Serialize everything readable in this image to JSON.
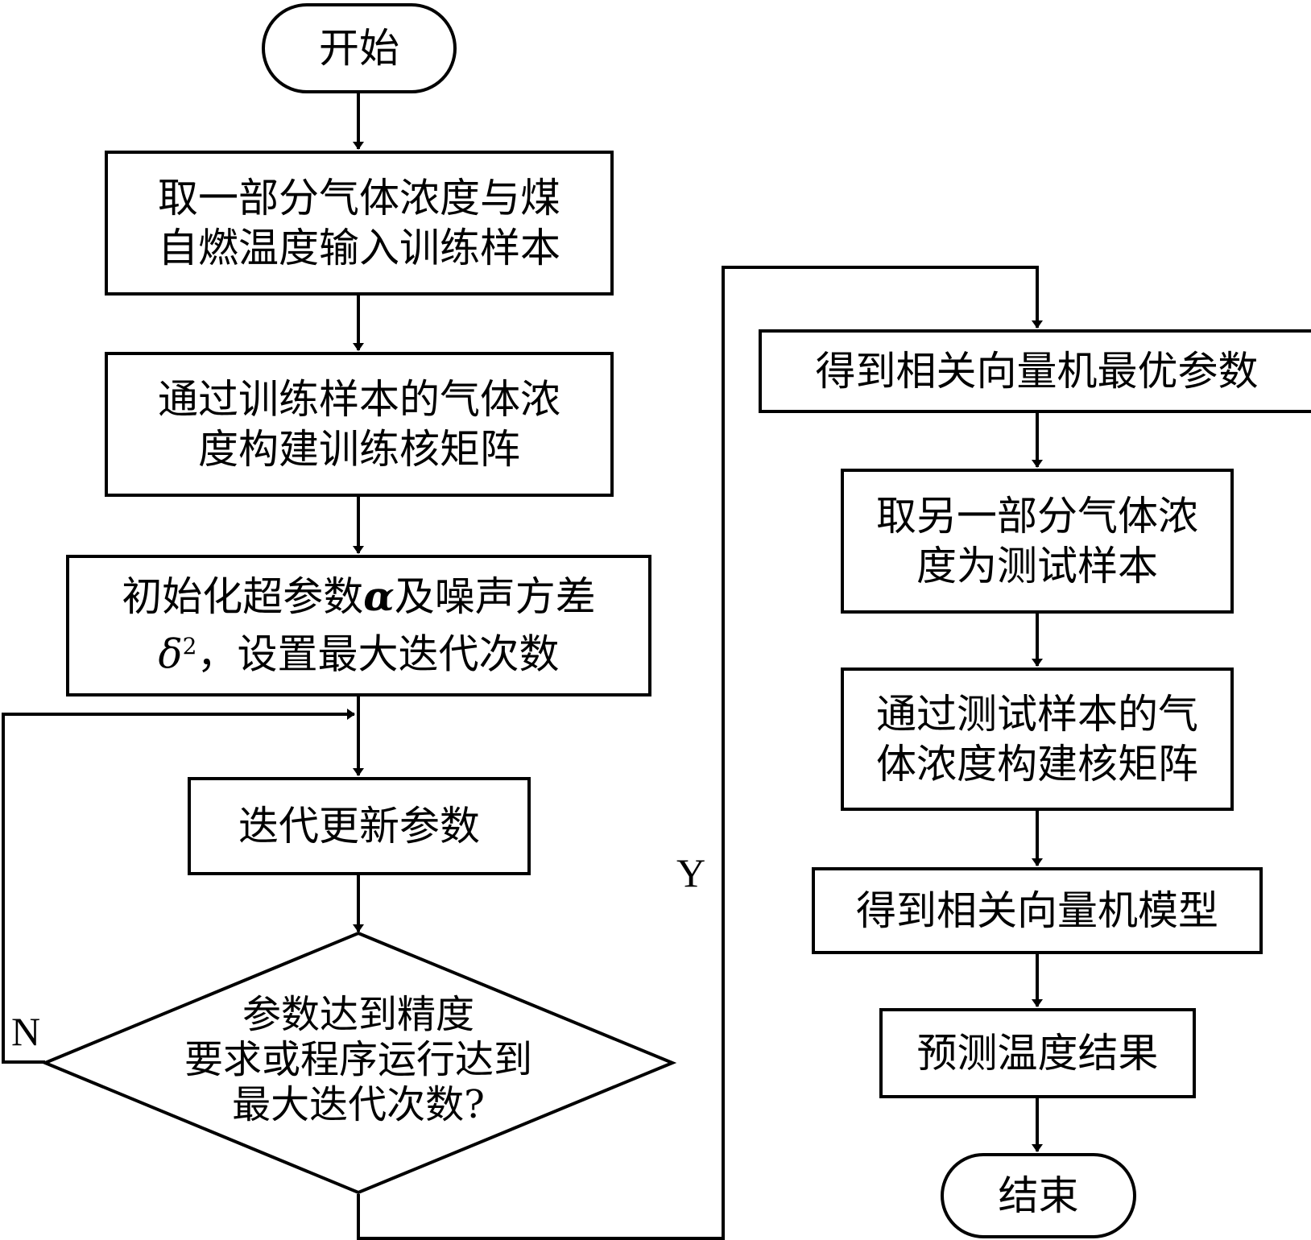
{
  "nodes": {
    "start": "开始",
    "step1": "取一部分气体浓度与煤\n自燃温度输入训练样本",
    "step2": "通过训练样本的气体浓\n度构建训练核矩阵",
    "step3_line1_pre": "初始化超参数",
    "step3_alpha": "α",
    "step3_line1_post": "及噪声方差",
    "step3_delta": "δ",
    "step3_sup": "2",
    "step3_line2_post": "，设置最大迭代次数",
    "step4": "迭代更新参数",
    "decision": "参数达到精度\n要求或程序运行达到\n最大迭代次数?",
    "step5": "得到相关向量机最优参数",
    "step6": "取另一部分气体浓\n度为测试样本",
    "step7": "通过测试样本的气\n体浓度构建核矩阵",
    "step8": "得到相关向量机模型",
    "step9": "预测温度结果",
    "end": "结束"
  },
  "labels": {
    "no": "N",
    "yes": "Y"
  }
}
